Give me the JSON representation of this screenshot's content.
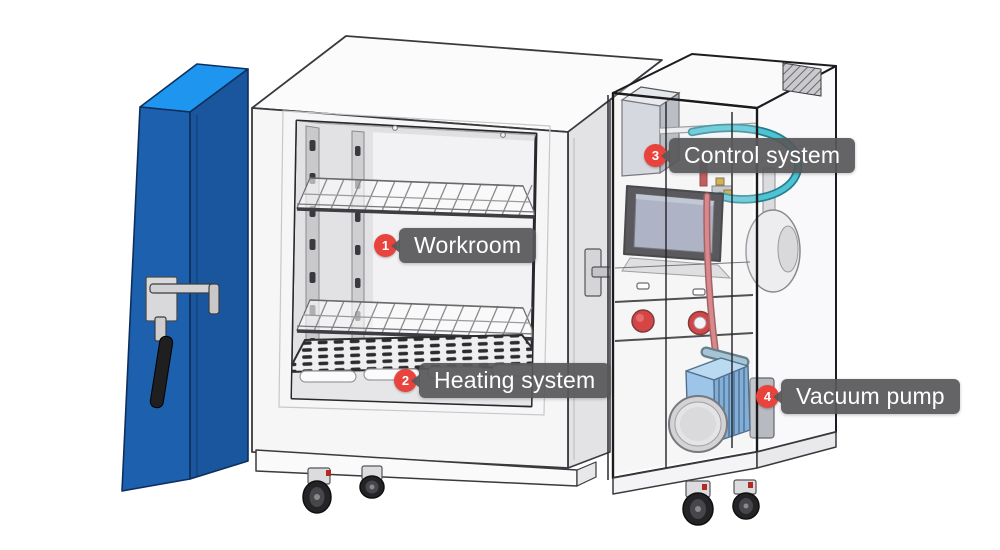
{
  "diagram": {
    "labels": [
      {
        "number": "1",
        "text": "Workroom"
      },
      {
        "number": "2",
        "text": "Heating system"
      },
      {
        "number": "3",
        "text": "Control system"
      },
      {
        "number": "4",
        "text": "Vacuum pump"
      }
    ],
    "colors": {
      "background": "#ffffff",
      "label_background": "#58585a",
      "label_text": "#ffffff",
      "badge_red": "#e8433c",
      "door_blue_front": "#1d5fae",
      "door_blue_top": "#1e96f0",
      "body_white": "#f6f6f7",
      "pump_blue": "#85b8e4",
      "hose_teal": "#45c2d2",
      "tube_red": "#cf6b6e",
      "screen_gray_blue": "#9aa2b6",
      "button_red": "#cc1414"
    }
  }
}
